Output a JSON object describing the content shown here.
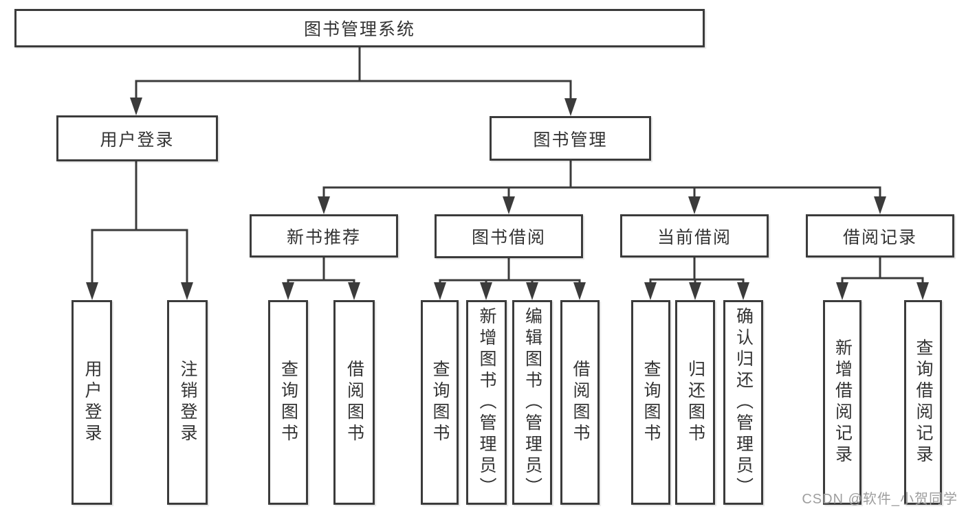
{
  "tree": {
    "root": {
      "label": "图书管理系统"
    },
    "branches": [
      {
        "label": "用户登录",
        "children": [
          {
            "label": "用户登录"
          },
          {
            "label": "注销登录"
          }
        ]
      },
      {
        "label": "图书管理",
        "children": [
          {
            "label": "新书推荐",
            "children": [
              {
                "label": "查询图书"
              },
              {
                "label": "借阅图书"
              }
            ]
          },
          {
            "label": "图书借阅",
            "children": [
              {
                "label": "查询图书"
              },
              {
                "label": "新增图书（管理员）"
              },
              {
                "label": "编辑图书（管理员）"
              },
              {
                "label": "借阅图书"
              }
            ]
          },
          {
            "label": "当前借阅",
            "children": [
              {
                "label": "查询图书"
              },
              {
                "label": "归还图书"
              },
              {
                "label": "确认归还（管理员）"
              }
            ]
          },
          {
            "label": "借阅记录",
            "children": [
              {
                "label": "新增借阅记录"
              },
              {
                "label": "查询借阅记录"
              }
            ]
          }
        ]
      }
    ]
  },
  "watermark": "CSDN @软件_小贺同学",
  "colors": {
    "line": "#3b3b3b",
    "box_border": "#3b3b3b",
    "text": "#333333",
    "background": "#ffffff",
    "watermark": "#9e9e9e"
  }
}
